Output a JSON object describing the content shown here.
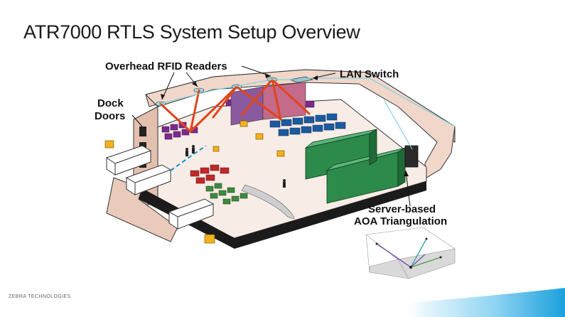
{
  "title": "ATR7000 RTLS System Setup Overview",
  "labels": {
    "readers": "Overhead RFID Readers",
    "switch": "LAN Switch",
    "dock_line1": "Dock",
    "dock_line2": "Doors",
    "server_line1": "Server-based",
    "server_line2": "AOA Triangulation"
  },
  "footer": "ZEBRA TECHNOLOGIES",
  "colors": {
    "floor": "#f5e6df",
    "wall": "#e8c9bb",
    "beam": "#e0451c",
    "cable": "#7fd0df",
    "racks": "#2c8a4a",
    "pallets_purple": "#7a2a8c",
    "pallets_blue": "#1c5aa0",
    "pallets_red": "#c0282a",
    "pallets_green": "#3f8a3f",
    "forklift": "#f2b21b"
  }
}
